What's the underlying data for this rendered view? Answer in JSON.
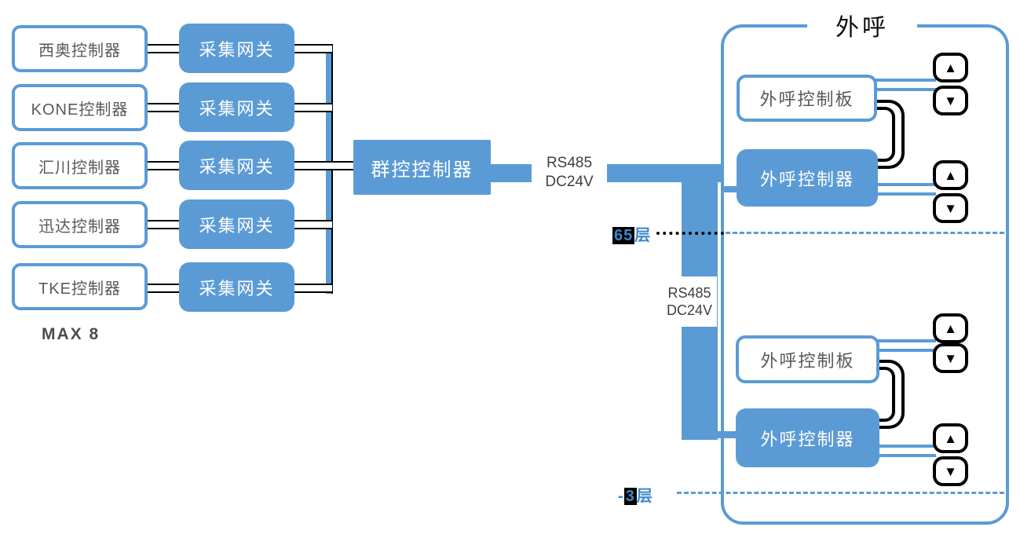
{
  "diagram": {
    "controllers": [
      "西奥控制器",
      "KONE控制器",
      "汇川控制器",
      "迅达控制器",
      "TKE控制器"
    ],
    "gateway_label": "采集网关",
    "group_controller_label": "群控控制器",
    "max_note": "MAX 8",
    "bus_label_main": {
      "line1": "RS485",
      "line2": "DC24V"
    },
    "bus_label_riser": {
      "line1": "RS485",
      "line2": "DC24V"
    },
    "panel": {
      "title": "外呼",
      "groups": [
        {
          "board": "外呼控制板",
          "controller": "外呼控制器"
        },
        {
          "board": "外呼控制板",
          "controller": "外呼控制器"
        }
      ],
      "floors": [
        {
          "prefix": "",
          "num": "65",
          "suffix": "层"
        },
        {
          "prefix": "-",
          "num": "3",
          "suffix": "层"
        }
      ]
    },
    "icons": {
      "up_arrow": "▲",
      "down_arrow": "▼"
    },
    "colors": {
      "accent_blue": "#5B9BD5",
      "dark_text": "#595959",
      "floor_blue": "#3F87CB",
      "line_black": "#000000"
    }
  }
}
